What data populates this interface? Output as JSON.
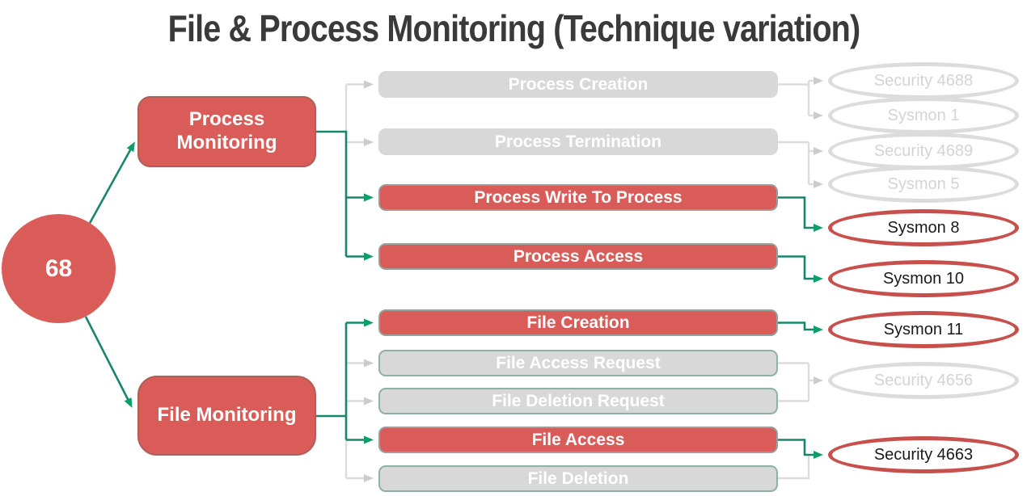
{
  "title": "File & Process Monitoring (Technique variation)",
  "colors": {
    "active_red": "#DA5C58",
    "active_red_border": "#AE5F5A",
    "tech_red_border": "#97A09C",
    "teal_line": "#17866B",
    "teal_arrow": "#0C9E68",
    "faded_line": "#DCDCDC",
    "faded_arrow": "#CCCCCC",
    "inactive_fill": "#D8D8D8",
    "file_inactive_border": "#8FAFA9",
    "ellipse_red_border": "#C8504C",
    "title_color": "#3A3A3A"
  },
  "root": {
    "label": "68"
  },
  "categories": [
    {
      "id": "process-monitoring",
      "label": "Process Monitoring",
      "active": true
    },
    {
      "id": "file-monitoring",
      "label": "File Monitoring",
      "active": true
    }
  ],
  "techniques": [
    {
      "id": "process-creation",
      "label": "Process Creation",
      "active": false
    },
    {
      "id": "process-termination",
      "label": "Process Termination",
      "active": false
    },
    {
      "id": "process-write-to-process",
      "label": "Process Write To Process",
      "active": true
    },
    {
      "id": "process-access",
      "label": "Process Access",
      "active": true
    },
    {
      "id": "file-creation",
      "label": "File Creation",
      "active": true
    },
    {
      "id": "file-access-request",
      "label": "File Access Request",
      "active": false
    },
    {
      "id": "file-deletion-request",
      "label": "File Deletion Request",
      "active": false
    },
    {
      "id": "file-access",
      "label": "File Access",
      "active": true
    },
    {
      "id": "file-deletion",
      "label": "File Deletion",
      "active": false
    }
  ],
  "event_sources": [
    {
      "id": "security-4688",
      "label": "Security 4688",
      "active": false
    },
    {
      "id": "sysmon-1",
      "label": "Sysmon 1",
      "active": false
    },
    {
      "id": "security-4689",
      "label": "Security 4689",
      "active": false
    },
    {
      "id": "sysmon-5",
      "label": "Sysmon 5",
      "active": false
    },
    {
      "id": "sysmon-8",
      "label": "Sysmon 8",
      "active": true
    },
    {
      "id": "sysmon-10",
      "label": "Sysmon 10",
      "active": true
    },
    {
      "id": "sysmon-11",
      "label": "Sysmon 11",
      "active": true
    },
    {
      "id": "security-4656",
      "label": "Security 4656",
      "active": false
    },
    {
      "id": "security-4663",
      "label": "Security 4663",
      "active": true
    }
  ],
  "connections": [
    {
      "from": "68",
      "to": "process-monitoring",
      "active": true
    },
    {
      "from": "68",
      "to": "file-monitoring",
      "active": true
    },
    {
      "from": "process-monitoring",
      "to": "process-creation",
      "active": false
    },
    {
      "from": "process-monitoring",
      "to": "process-termination",
      "active": false
    },
    {
      "from": "process-monitoring",
      "to": "process-write-to-process",
      "active": true
    },
    {
      "from": "process-monitoring",
      "to": "process-access",
      "active": true
    },
    {
      "from": "file-monitoring",
      "to": "file-creation",
      "active": true
    },
    {
      "from": "file-monitoring",
      "to": "file-access-request",
      "active": false
    },
    {
      "from": "file-monitoring",
      "to": "file-deletion-request",
      "active": false
    },
    {
      "from": "file-monitoring",
      "to": "file-access",
      "active": true
    },
    {
      "from": "file-monitoring",
      "to": "file-deletion",
      "active": false
    },
    {
      "from": "process-creation",
      "to": "security-4688",
      "active": false
    },
    {
      "from": "process-creation",
      "to": "sysmon-1",
      "active": false
    },
    {
      "from": "process-termination",
      "to": "security-4689",
      "active": false
    },
    {
      "from": "process-termination",
      "to": "sysmon-5",
      "active": false
    },
    {
      "from": "process-write-to-process",
      "to": "sysmon-8",
      "active": true
    },
    {
      "from": "process-access",
      "to": "sysmon-10",
      "active": true
    },
    {
      "from": "file-creation",
      "to": "sysmon-11",
      "active": true
    },
    {
      "from": "file-access-request",
      "to": "security-4656",
      "active": false
    },
    {
      "from": "file-deletion-request",
      "to": "security-4656",
      "active": false
    },
    {
      "from": "file-access",
      "to": "security-4663",
      "active": true
    },
    {
      "from": "file-deletion",
      "to": "security-4663",
      "active": false
    }
  ]
}
